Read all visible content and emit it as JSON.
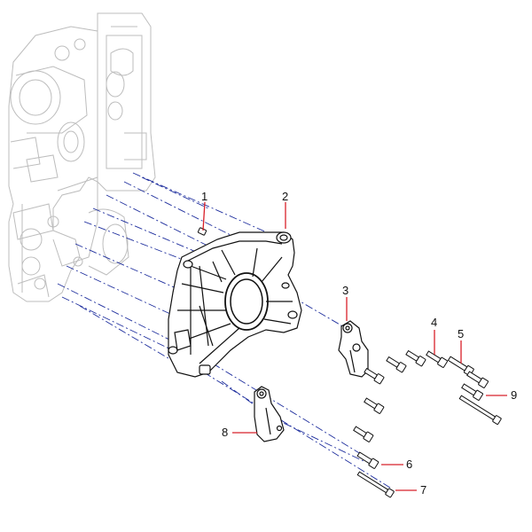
{
  "callouts": {
    "c1": "1",
    "c2": "2",
    "c3": "3",
    "c4": "4",
    "c5": "5",
    "c6": "6",
    "c7": "7",
    "c8": "8",
    "c9": "9"
  },
  "colors": {
    "engine_block": "#c8c8c8",
    "part_outline": "#111111",
    "centerline": "#1f2f9e",
    "leader": "#d8202a"
  }
}
